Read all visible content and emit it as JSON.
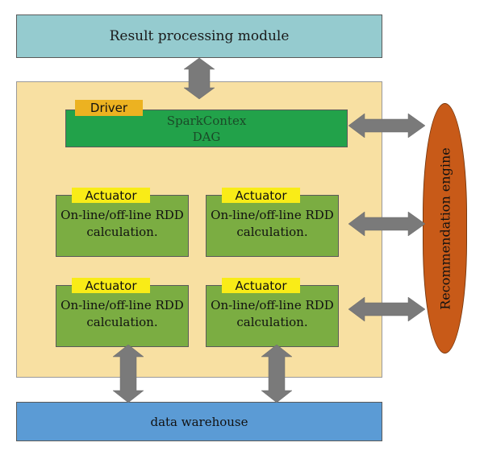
{
  "result_module": "Result processing module",
  "driver": {
    "tag": "Driver",
    "line1": "SparkContex",
    "line2": "DAG"
  },
  "actuators": [
    {
      "tag": "Actuator",
      "line1": "On-line/off-line RDD",
      "line2": "calculation."
    },
    {
      "tag": "Actuator",
      "line1": "On-line/off-line RDD",
      "line2": "calculation."
    },
    {
      "tag": "Actuator",
      "line1": "On-line/off-line RDD",
      "line2": "calculation."
    },
    {
      "tag": "Actuator",
      "line1": "On-line/off-line RDD",
      "line2": "calculation."
    }
  ],
  "data_warehouse": "data warehouse",
  "recommendation_engine": "Recommendation engine",
  "colors": {
    "result_module": "#95cbcf",
    "container": "#f8e0a2",
    "driver": "#22a24a",
    "driver_tag": "#ecb221",
    "actuator": "#7bad42",
    "actuator_tag": "#f9ec17",
    "data_warehouse": "#5b9bd5",
    "recommendation_engine": "#c85a18",
    "arrow": "#7a7a7a"
  }
}
